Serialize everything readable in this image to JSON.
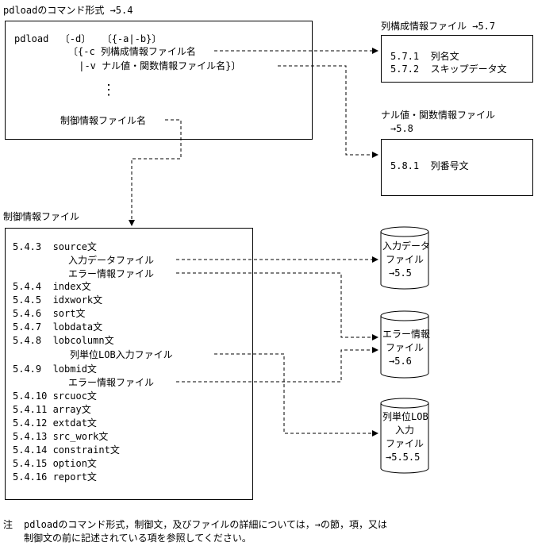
{
  "command_section": {
    "title": "pdloadのコマンド形式 →5.4",
    "line1": "pdload  〔-d〕  〔{-a|-b}〕",
    "line2": "〔{-c 列構成情報ファイル名",
    "line3": " |-v ナル値・関数情報ファイル名}〕",
    "dots": "⋮",
    "control_file": "制御情報ファイル名"
  },
  "column_config": {
    "title": "列構成情報ファイル →5.7",
    "items": [
      "5.7.1  列名文",
      "5.7.2  スキップデータ文"
    ]
  },
  "null_func": {
    "title_line1": "ナル値・関数情報ファイル",
    "title_line2": "→5.8",
    "items": [
      "5.8.1  列番号文"
    ]
  },
  "control_section": {
    "title": "制御情報ファイル",
    "items": [
      "5.4.3  source文",
      "入力データファイル",
      "エラー情報ファイル",
      "5.4.4  index文",
      "5.4.5  idxwork文",
      "5.4.6  sort文",
      "5.4.7  lobdata文",
      "5.4.8  lobcolumn文",
      "列単位LOB入力ファイル",
      "5.4.9  lobmid文",
      "エラー情報ファイル",
      "5.4.10 srcuoc文",
      "5.4.11 array文",
      "5.4.12 extdat文",
      "5.4.13 src_work文",
      "5.4.14 constraint文",
      "5.4.15 option文",
      "5.4.16 report文"
    ]
  },
  "cylinders": [
    {
      "lines": [
        "入力データ",
        "ファイル",
        "→5.5"
      ]
    },
    {
      "lines": [
        "エラー情報",
        "ファイル",
        "→5.6"
      ]
    },
    {
      "lines": [
        "列単位LOB",
        "入力",
        "ファイル",
        "→5.5.5"
      ]
    }
  ],
  "note": {
    "label": "注",
    "line1": "pdloadのコマンド形式，制御文，及びファイルの詳細については，→の節，項，又は",
    "line2": "制御文の前に記述されている項を参照してください。"
  }
}
